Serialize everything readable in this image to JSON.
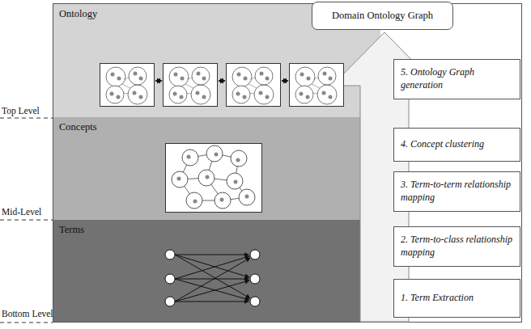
{
  "diagram": {
    "nodes": [
      {
        "text": [
          "Domain Ontology Graph"
        ]
      },
      {
        "text": [
          "Ontology"
        ]
      },
      {
        "text": [
          "Concepts"
        ]
      },
      {
        "text": [
          "Terms"
        ]
      },
      {
        "text": [
          "5. Ontology Graph generation"
        ]
      },
      {
        "text": [
          "4. Concept clustering"
        ]
      },
      {
        "text": [
          "3. Term-to-term relationship mapping"
        ]
      },
      {
        "text": [
          "2. Term-to-class relationship mapping"
        ]
      },
      {
        "text": [
          "1. Term Extraction"
        ]
      }
    ],
    "labels": [
      "Top Level",
      "Mid-Level",
      "Bottom Level"
    ]
  }
}
